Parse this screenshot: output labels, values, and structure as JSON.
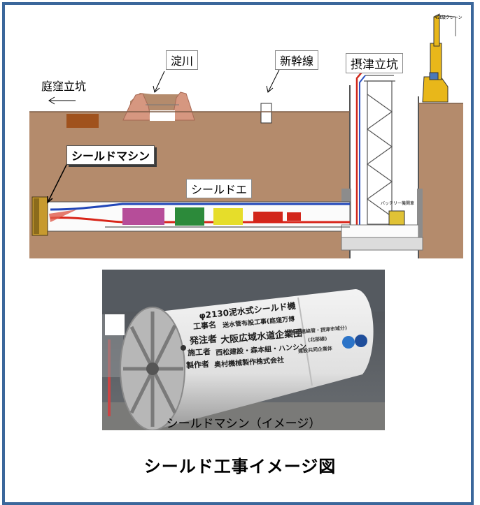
{
  "labels": {
    "niwakubo": "庭窪立坑",
    "yodogawa": "淀川",
    "shinkansen": "新幹線",
    "settsu": "摂津立坑",
    "shield_machine": "シールドマシン",
    "shield_work": "シールドエ",
    "crane": "45t級クレーン",
    "battery": "バッテリー機関車"
  },
  "photo": {
    "plate_title": "φ2130泥水式シールド機",
    "rows": [
      {
        "key": "工事名",
        "value": "送水管布設工事(庭窪万博"
      },
      {
        "key": "発注者",
        "value": "大阪広域水道企業団"
      },
      {
        "key": "施工者",
        "value": "西松建設・森本組・ハンシン"
      },
      {
        "key": "製作者",
        "value": "奥村機械製作株式会社"
      }
    ],
    "side_text_1": "系統連絡管・摂津市域分)",
    "side_text_2": "(北部線)",
    "side_text_3": "建設共同企業体",
    "caption": "シールドマシン（イメージ）"
  },
  "title": "シールド工事イメージ図",
  "colors": {
    "border": "#3b679b",
    "soil": "#b38a6a",
    "tunnel": "#fbfbfb"
  }
}
